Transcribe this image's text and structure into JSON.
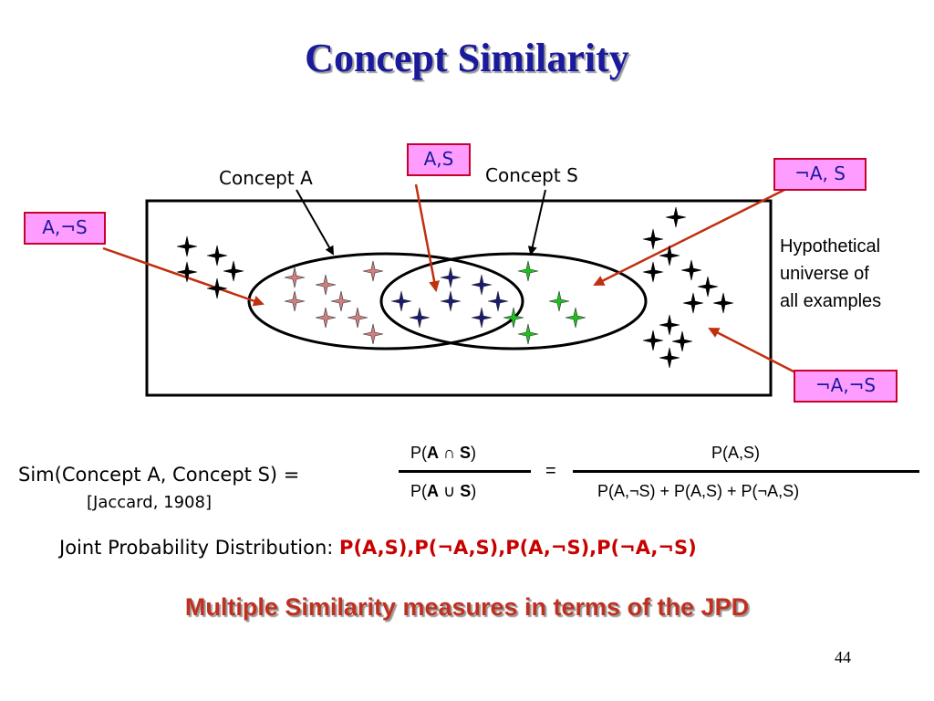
{
  "title": "Concept Similarity",
  "labels": {
    "concept_a": "Concept A",
    "concept_s": "Concept S",
    "universe": [
      "Hypothetical",
      "universe of",
      "all examples"
    ]
  },
  "boxes": {
    "a_s": "A,S",
    "nota_s": "¬A, S",
    "a_nots": "A,¬S",
    "nota_nots": "¬A,¬S"
  },
  "formula": {
    "left": "Sim(Concept A, Concept S) =",
    "citation": "[Jaccard, 1908]",
    "num1_pre": "P(",
    "num1_a": "A",
    "num1_op": " ∩ ",
    "num1_s": "S",
    "num1_post": ")",
    "den1_pre": "P(",
    "den1_a": "A",
    "den1_op": " ∪ ",
    "den1_s": "S",
    "den1_post": ")",
    "equals": "=",
    "num2": "P(A,S)",
    "den2": "P(A,¬S) + P(A,S) + P(¬A,S)"
  },
  "jpd": {
    "label": "Joint Probability Distribution: ",
    "value": "P(A,S),P(¬A,S),P(A,¬S),P(¬A,¬S)"
  },
  "subtitle": "Multiple Similarity measures in terms of the JPD",
  "page_number": "44",
  "colors": {
    "title": "#1a1a9c",
    "box_fill": "#ff9cff",
    "box_border": "#c8002a",
    "arrow": "#c03010",
    "star_a": "#d08080",
    "star_as": "#1a1a70",
    "star_s": "#20c020",
    "star_none": "#000000"
  }
}
